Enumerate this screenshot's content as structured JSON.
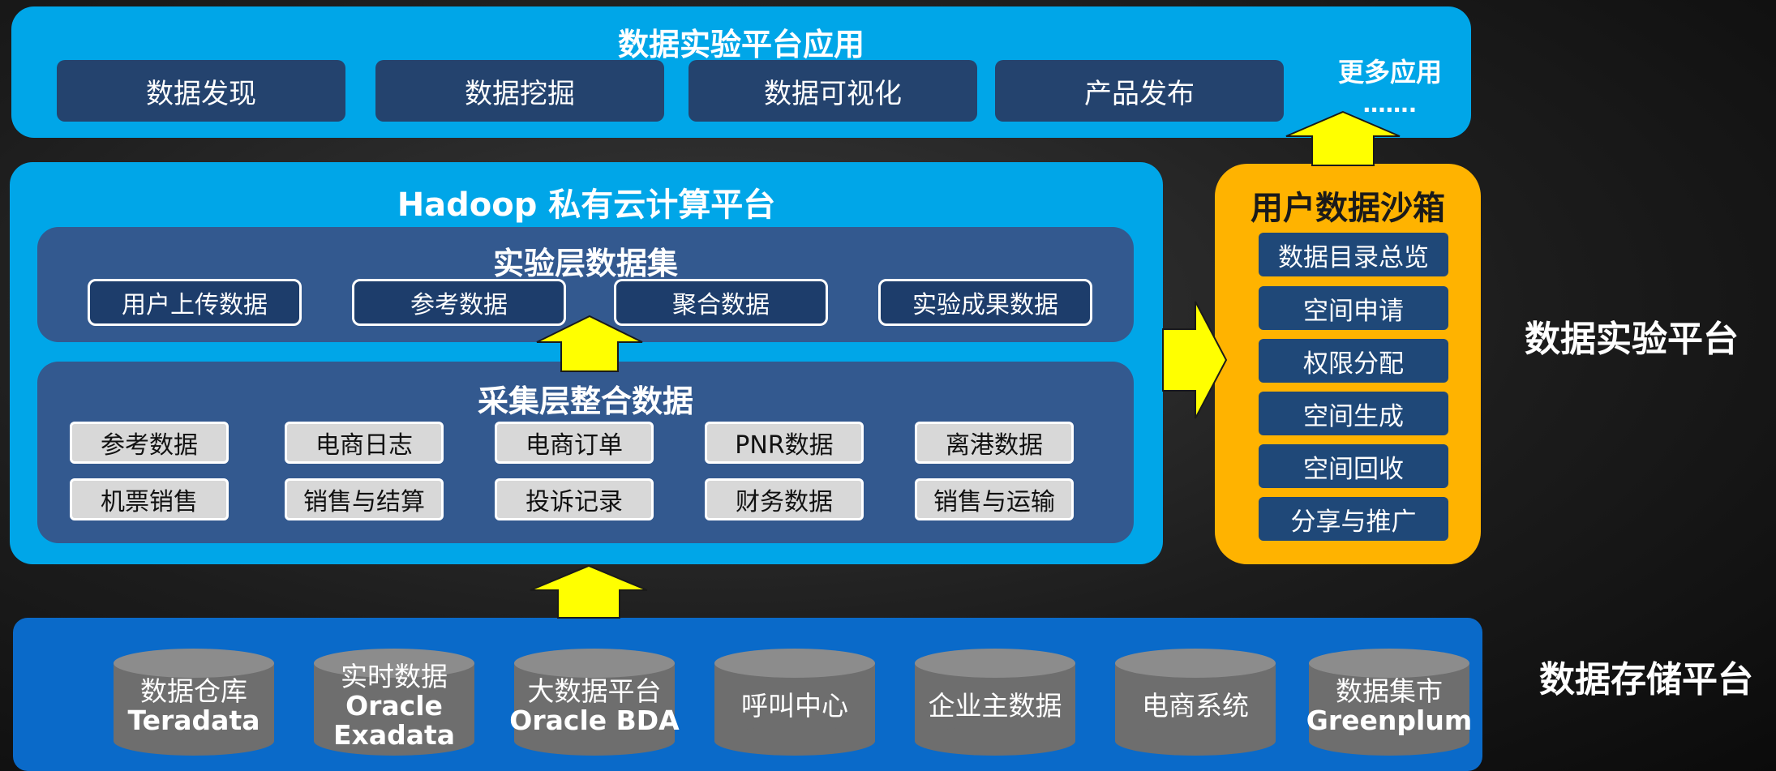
{
  "top_panel": {
    "title": "数据实验平台应用",
    "apps": [
      "数据发现",
      "数据挖掘",
      "数据可视化",
      "产品发布"
    ],
    "more_label": "更多应用",
    "more_dots": "……."
  },
  "hadoop_panel": {
    "title": "Hadoop 私有云计算平台",
    "experiment_layer": {
      "title": "实验层数据集",
      "items": [
        "用户上传数据",
        "参考数据",
        "聚合数据",
        "实验成果数据"
      ]
    },
    "collection_layer": {
      "title": "采集层整合数据",
      "items": [
        "参考数据",
        "电商日志",
        "电商订单",
        "PNR数据",
        "离港数据",
        "机票销售",
        "销售与结算",
        "投诉记录",
        "财务数据",
        "销售与运输"
      ]
    }
  },
  "sandbox": {
    "title": "用户数据沙箱",
    "items": [
      "数据目录总览",
      "空间申请",
      "权限分配",
      "空间生成",
      "空间回收",
      "分享与推广"
    ]
  },
  "storage": {
    "items": [
      {
        "line1": "数据仓库",
        "line2": "Teradata"
      },
      {
        "line1": "实时数据",
        "line2": "Oracle",
        "line3": "Exadata"
      },
      {
        "line1": "大数据平台",
        "line2": "Oracle BDA"
      },
      {
        "line1": "呼叫中心"
      },
      {
        "line1": "企业主数据"
      },
      {
        "line1": "电商系统"
      },
      {
        "line1": "数据集市",
        "line2": "Greenplum"
      }
    ]
  },
  "side_labels": {
    "experiment_platform": "数据实验平台",
    "storage_platform": "数据存储平台"
  },
  "colors": {
    "panel_cyan": "#00a6e8",
    "app_box": "#24436e",
    "inner_panel": "#33598f",
    "sandbox_orange": "#ffb300",
    "storage_blue": "#0a6ac9",
    "arrow_yellow": "#ffff00",
    "cylinder_gray": "#6e6e6e"
  }
}
